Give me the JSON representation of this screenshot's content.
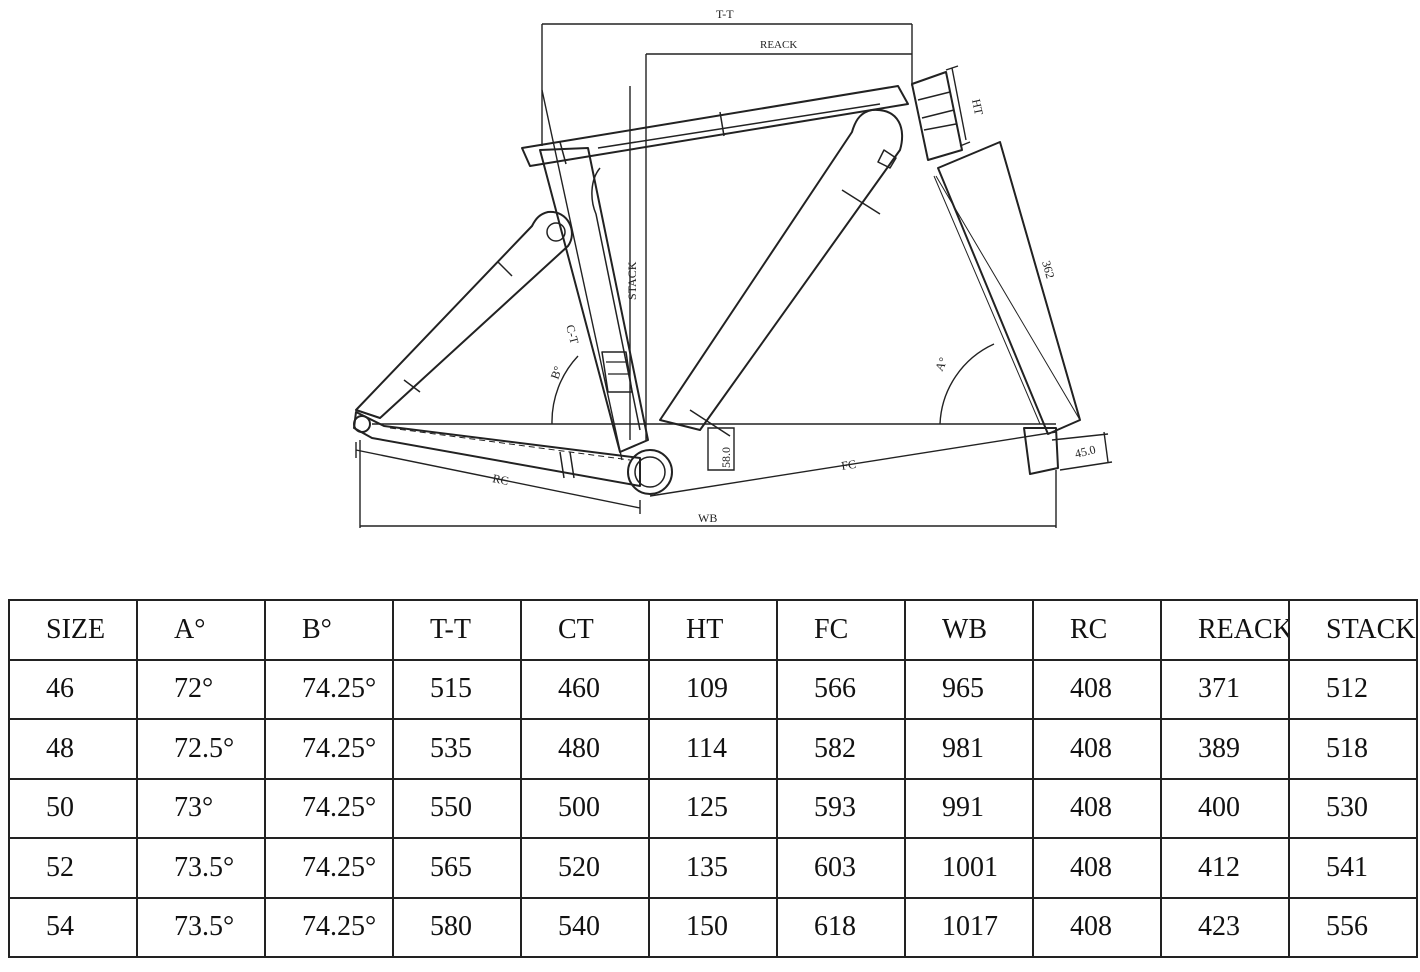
{
  "diagram": {
    "labels": {
      "tt": "T-T",
      "reach": "REACK",
      "ht": "HT",
      "stack": "STACK",
      "ct": "C-T",
      "b_angle": "B°",
      "a_angle": "A°",
      "fork": "362",
      "bb_drop": "58.0",
      "rake": "45.0",
      "rc": "RC",
      "fc": "FC",
      "wb": "WB"
    }
  },
  "table": {
    "headers": [
      "SIZE",
      "A°",
      "B°",
      "T-T",
      "CT",
      "HT",
      "FC",
      "WB",
      "RC",
      "REACK",
      "STACK"
    ],
    "rows": [
      [
        "46",
        "72°",
        "74.25°",
        "515",
        "460",
        "109",
        "566",
        "965",
        "408",
        "371",
        "512"
      ],
      [
        "48",
        "72.5°",
        "74.25°",
        "535",
        "480",
        "114",
        "582",
        "981",
        "408",
        "389",
        "518"
      ],
      [
        "50",
        "73°",
        "74.25°",
        "550",
        "500",
        "125",
        "593",
        "991",
        "408",
        "400",
        "530"
      ],
      [
        "52",
        "73.5°",
        "74.25°",
        "565",
        "520",
        "135",
        "603",
        "1001",
        "408",
        "412",
        "541"
      ],
      [
        "54",
        "73.5°",
        "74.25°",
        "580",
        "540",
        "150",
        "618",
        "1017",
        "408",
        "423",
        "556"
      ]
    ]
  }
}
